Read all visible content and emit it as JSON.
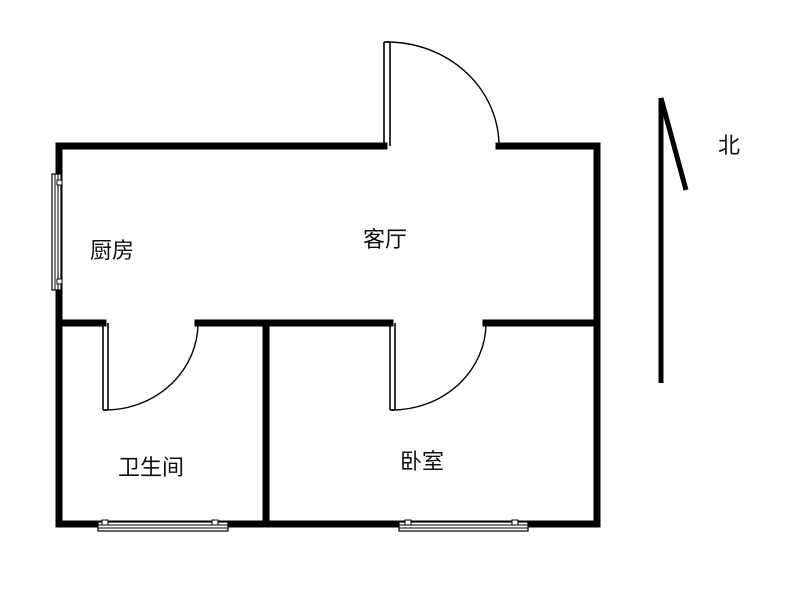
{
  "rooms": {
    "kitchen": "厨房",
    "living_room": "客厅",
    "bathroom": "卫生间",
    "bedroom": "卧室"
  },
  "compass": {
    "label": "北",
    "icon": "north-arrow-icon"
  },
  "colors": {
    "wall": "#000000",
    "background": "#ffffff"
  }
}
